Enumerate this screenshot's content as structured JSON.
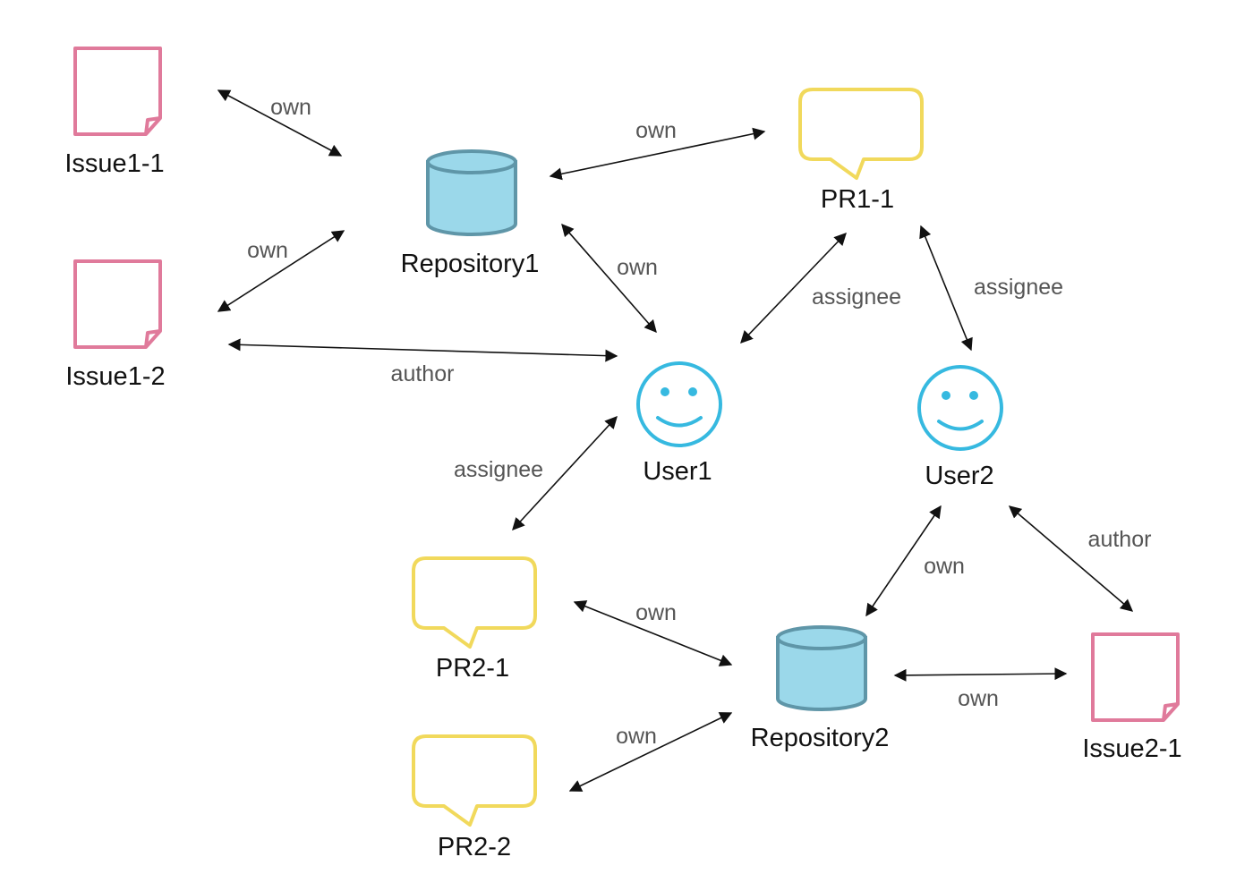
{
  "colors": {
    "issue": "#e07a9b",
    "pr": "#f1d95c",
    "repository_fill": "#9bd8ea",
    "repository_stroke": "#5f96a8",
    "user": "#36b9e0",
    "edge": "#111111",
    "edge_label": "#555555"
  },
  "nodes": {
    "issue1_1": {
      "label": "Issue1-1",
      "type": "issue",
      "icon": "sticky-note-icon"
    },
    "issue1_2": {
      "label": "Issue1-2",
      "type": "issue",
      "icon": "sticky-note-icon"
    },
    "issue2_1": {
      "label": "Issue2-1",
      "type": "issue",
      "icon": "sticky-note-icon"
    },
    "repository1": {
      "label": "Repository1",
      "type": "repository",
      "icon": "database-icon"
    },
    "repository2": {
      "label": "Repository2",
      "type": "repository",
      "icon": "database-icon"
    },
    "pr1_1": {
      "label": "PR1-1",
      "type": "pr",
      "icon": "speech-bubble-icon"
    },
    "pr2_1": {
      "label": "PR2-1",
      "type": "pr",
      "icon": "speech-bubble-icon"
    },
    "pr2_2": {
      "label": "PR2-2",
      "type": "pr",
      "icon": "speech-bubble-icon"
    },
    "user1": {
      "label": "User1",
      "type": "user",
      "icon": "smiley-face-icon"
    },
    "user2": {
      "label": "User2",
      "type": "user",
      "icon": "smiley-face-icon"
    }
  },
  "edges": [
    {
      "from": "issue1_1",
      "to": "repository1",
      "label": "own"
    },
    {
      "from": "issue1_2",
      "to": "repository1",
      "label": "own"
    },
    {
      "from": "repository1",
      "to": "pr1_1",
      "label": "own"
    },
    {
      "from": "repository1",
      "to": "user1",
      "label": "own"
    },
    {
      "from": "issue1_2",
      "to": "user1",
      "label": "author"
    },
    {
      "from": "user1",
      "to": "pr1_1",
      "label": "assignee"
    },
    {
      "from": "pr1_1",
      "to": "user2",
      "label": "assignee"
    },
    {
      "from": "user1",
      "to": "pr2_1",
      "label": "assignee"
    },
    {
      "from": "pr2_1",
      "to": "repository2",
      "label": "own"
    },
    {
      "from": "pr2_2",
      "to": "repository2",
      "label": "own"
    },
    {
      "from": "repository2",
      "to": "user2",
      "label": "own"
    },
    {
      "from": "user2",
      "to": "issue2_1",
      "label": "author"
    },
    {
      "from": "repository2",
      "to": "issue2_1",
      "label": "own"
    }
  ]
}
